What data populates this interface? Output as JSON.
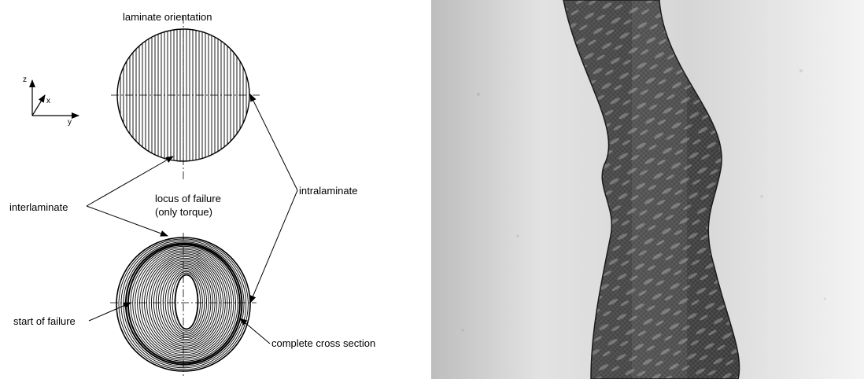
{
  "diagram": {
    "labels": {
      "top_title": "laminate orientation",
      "axis_z": "z",
      "axis_x": "x",
      "axis_y": "y",
      "interlaminate": "interlaminate",
      "intralaminate": "intralaminate",
      "locus_line1": "locus of failure",
      "locus_line2": "(only torque)",
      "start_of_failure": "start of failure",
      "complete_cross_section": "complete cross section"
    }
  },
  "colors": {
    "ink": "#000000",
    "background": "#ffffff"
  }
}
